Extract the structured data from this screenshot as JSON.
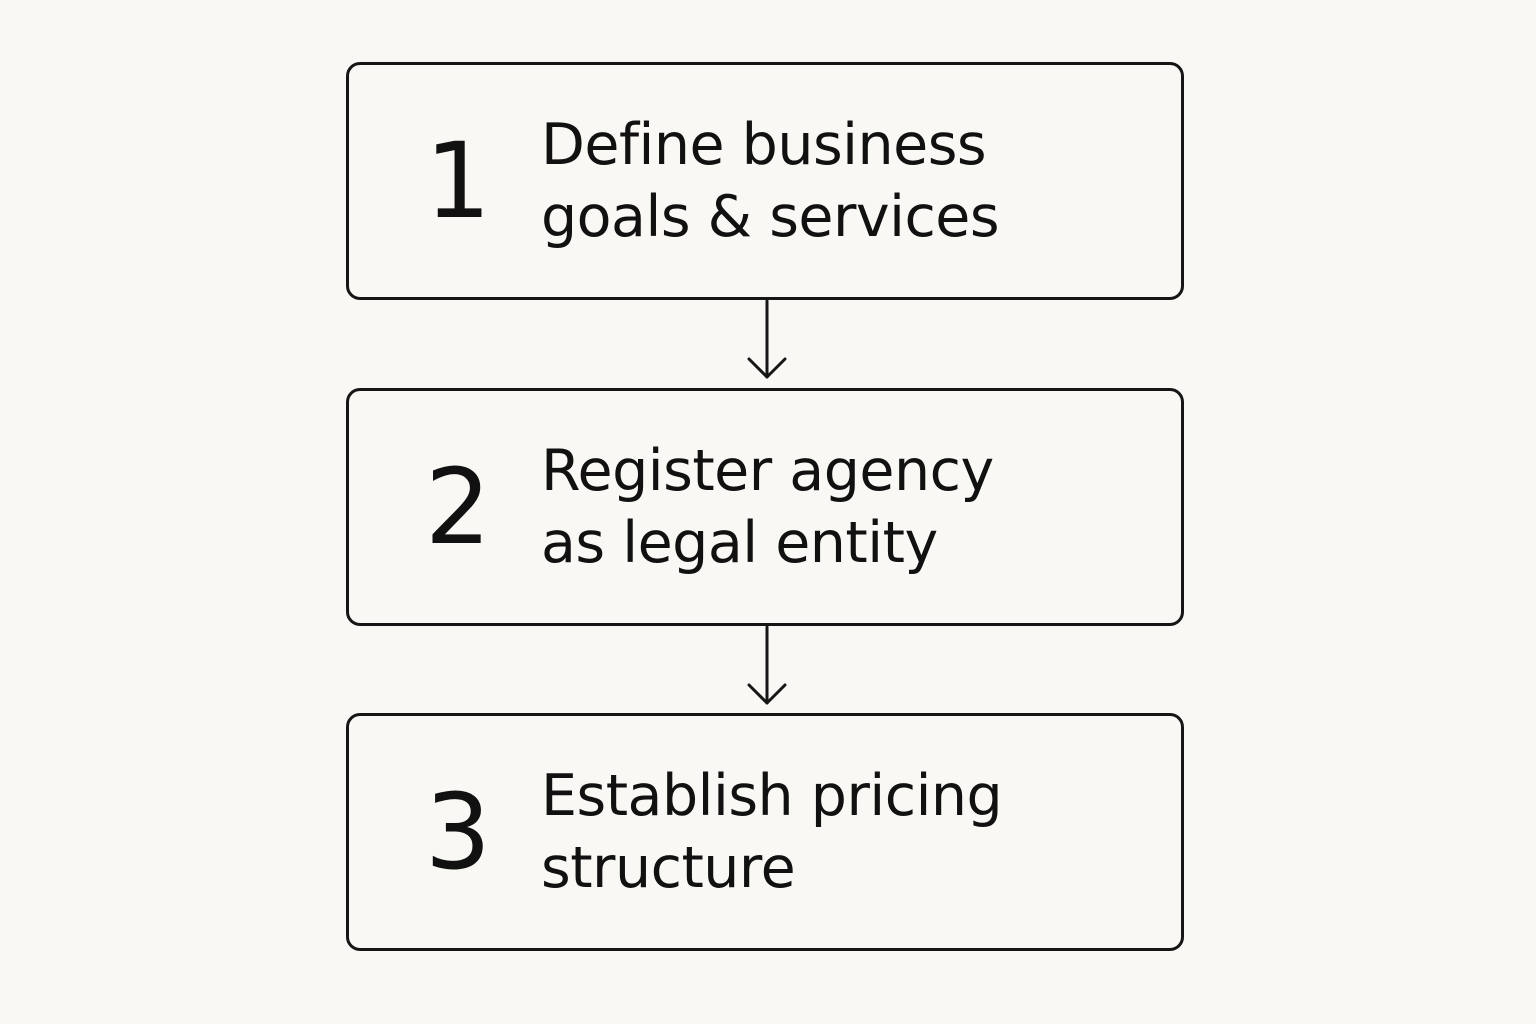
{
  "steps": [
    {
      "number": "1",
      "lines": [
        "Define business",
        "goals & services"
      ]
    },
    {
      "number": "2",
      "lines": [
        "Register agency",
        "as legal entity"
      ]
    },
    {
      "number": "3",
      "lines": [
        "Establish pricing",
        "structure"
      ]
    }
  ],
  "colors": {
    "background": "#faf8f4",
    "stroke": "#161616",
    "text": "#111111"
  },
  "icons": {
    "connector": "arrow-down-icon"
  }
}
